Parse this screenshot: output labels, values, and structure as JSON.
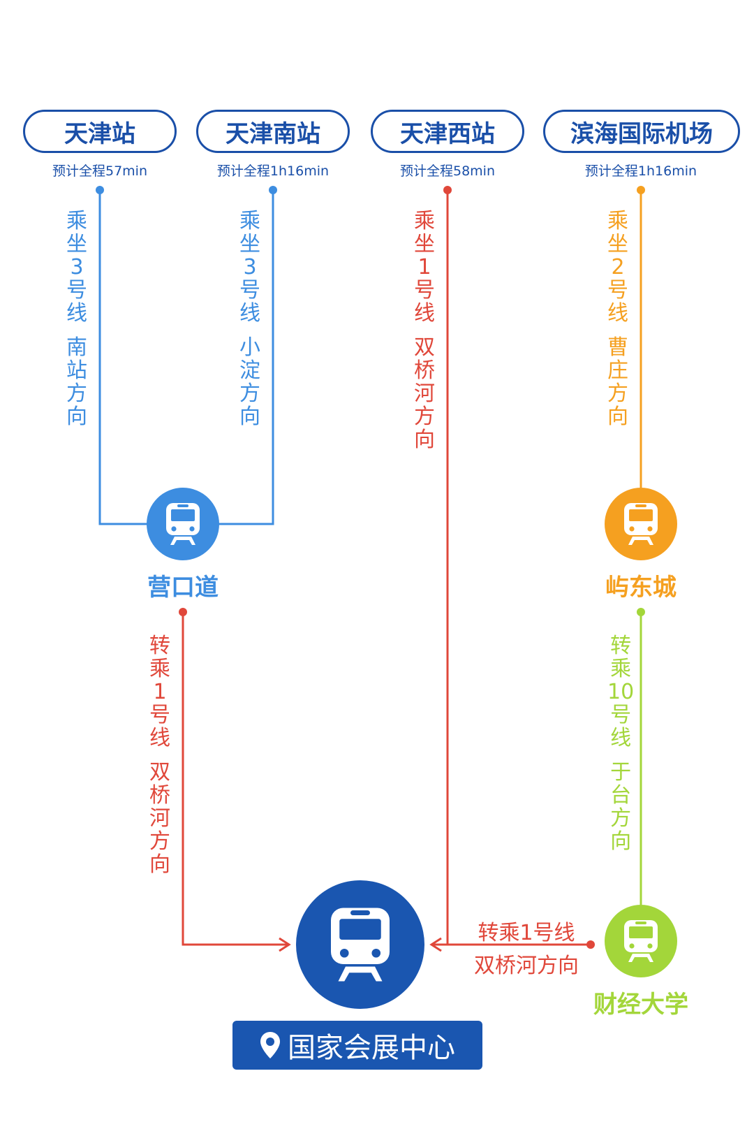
{
  "colors": {
    "blue_line": "#3d8de0",
    "red_line": "#e0473a",
    "orange_line": "#f5a020",
    "green_line": "#a3d63a",
    "navy": "#1a4fa8",
    "dest_blue": "#1a56b0"
  },
  "origins": [
    {
      "name": "天津站",
      "time": "预计全程57min"
    },
    {
      "name": "天津南站",
      "time": "预计全程1h16min"
    },
    {
      "name": "天津西站",
      "time": "预计全程58min"
    },
    {
      "name": "滨海国际机场",
      "time": "预计全程1h16min"
    }
  ],
  "routes": {
    "r1": {
      "line": "乘坐3号线",
      "dir": "南站方向"
    },
    "r2": {
      "line": "乘坐3号线",
      "dir": "小淀方向"
    },
    "r3": {
      "line": "乘坐1号线",
      "dir": "双桥河方向"
    },
    "r4": {
      "line": "乘坐2号线",
      "dir": "曹庄方向"
    },
    "r5": {
      "line": "转乘1号线",
      "dir": "双桥河方向"
    },
    "r6": {
      "line": "转乘10号线",
      "dir": "于台方向"
    },
    "r7": {
      "line": "转乘1号线",
      "dir": "双桥河方向"
    }
  },
  "transfer_stations": {
    "yingkoudao": "营口道",
    "yudongcheng": "屿东城",
    "caijingdaxue": "财经大学"
  },
  "destination": {
    "name": "国家会展中心",
    "icon": "location-pin-icon"
  }
}
